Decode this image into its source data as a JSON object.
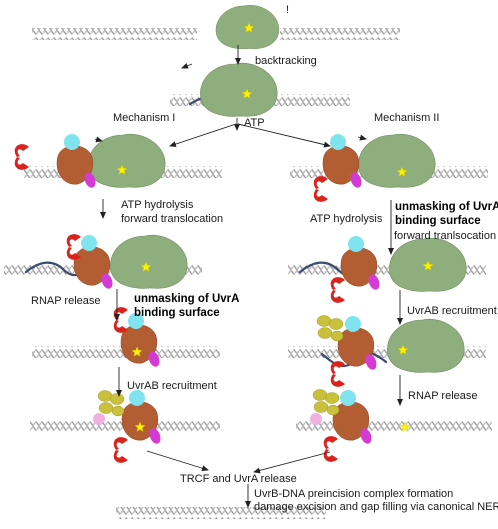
{
  "diagram": {
    "labels": {
      "exclamation": "!",
      "backtracking": "backtracking",
      "atp": "ATP",
      "mechanism_1": "Mechanism I",
      "mechanism_2": "Mechanism II",
      "m1_hydrolysis_1": "ATP hydrolysis",
      "m1_hydrolysis_2": "forward translocation",
      "m2_hydrolysis": "ATP hydrolysis",
      "m2_unmask_1": "unmasking of UvrA",
      "m2_unmask_2": "binding surface",
      "m2_forward": "forward tranlsocation",
      "m1_rnap_release": "RNAP release",
      "m1_unmask_1": "unmasking of UvrA",
      "m1_unmask_2": "binding surface",
      "m2_uvrab": "UvrAB recruitment",
      "m1_uvrab": "UvrAB recruitment",
      "m2_rnap_release": "RNAP release",
      "trcf_release": "TRCF and UvrA release",
      "final_1": "UvrB-DNA preincision complex formation",
      "final_2": "damage excision and gap filling via canonical NER"
    },
    "colors": {
      "rnap": "#8fae7e",
      "trcf_body": "#b35d32",
      "trcf_cyan": "#7fe4ee",
      "trcf_magenta": "#d43ad4",
      "trcf_red": "#d8241c",
      "uvrA": "#c9c13c",
      "uvrB_pink": "#f0b0e0",
      "damage_star": "#fff200",
      "dna": "#9a9a9a",
      "rna": "#3d4a72"
    }
  }
}
